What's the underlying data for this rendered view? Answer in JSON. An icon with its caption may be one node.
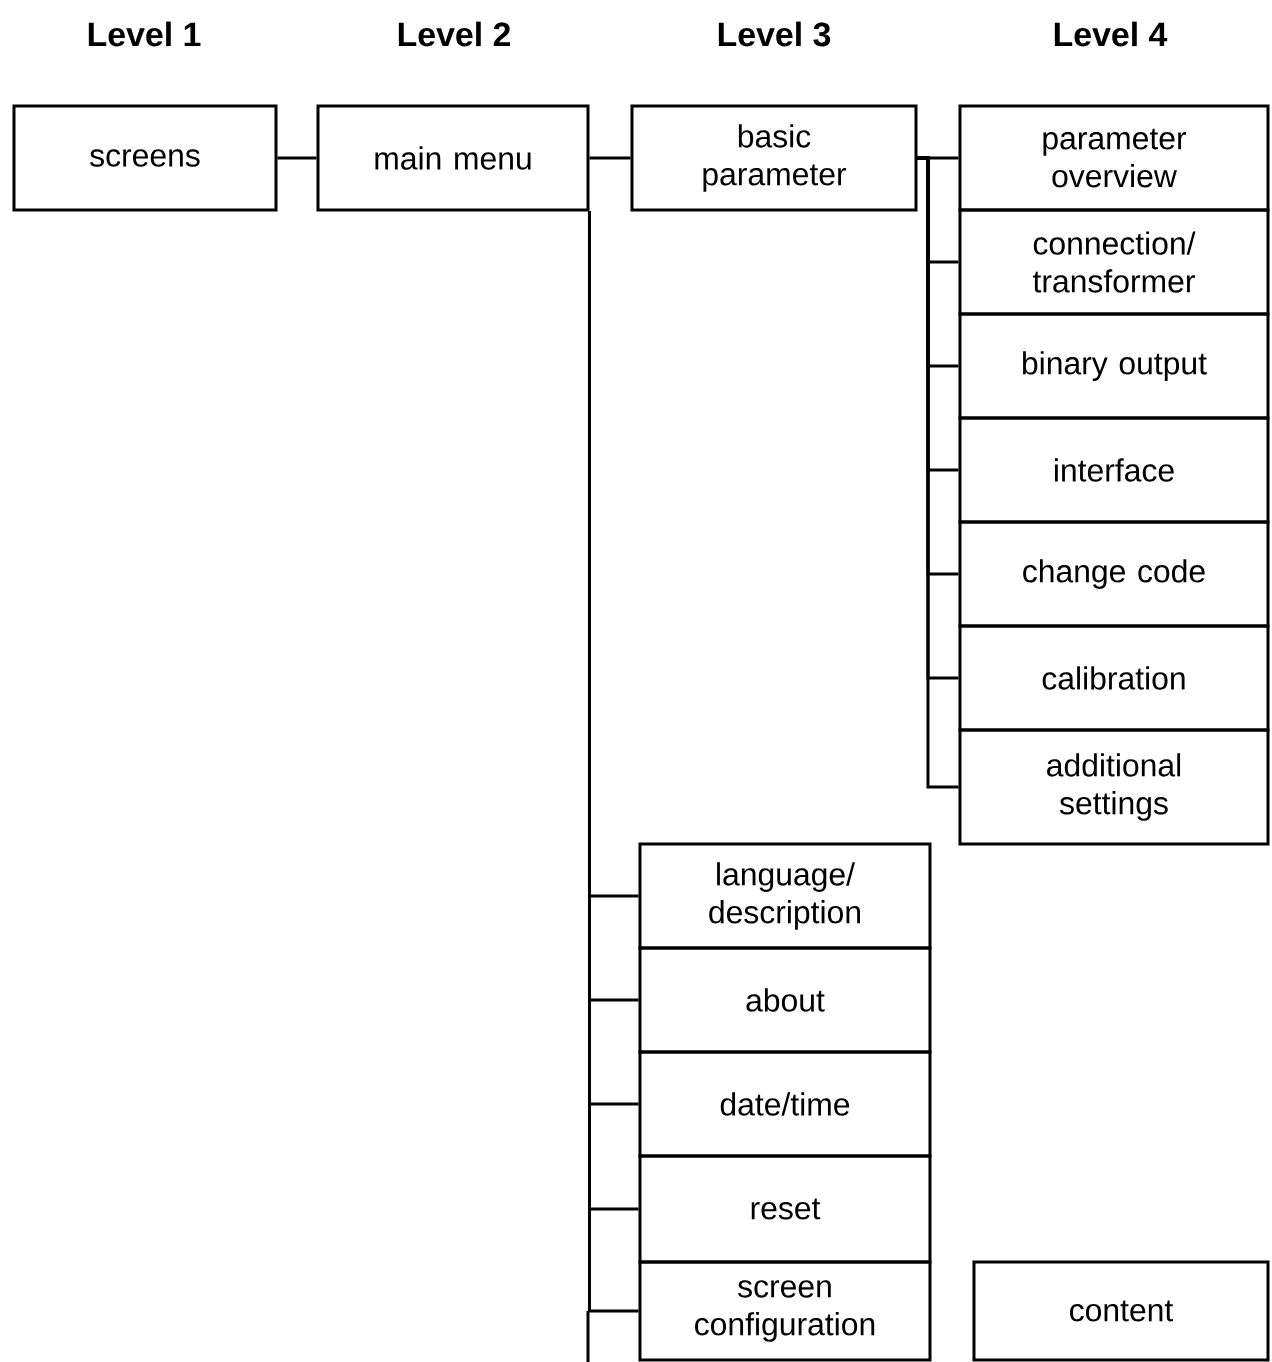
{
  "diagram": {
    "nodes": [
      {
        "text": [
          "screens"
        ]
      },
      {
        "text": [
          "main menu"
        ]
      },
      {
        "text": [
          "basic parameter"
        ]
      },
      {
        "text": [
          "parameter overview"
        ]
      },
      {
        "text": [
          "connection/transformer"
        ]
      },
      {
        "text": [
          "binary output"
        ]
      },
      {
        "text": [
          "interface"
        ]
      },
      {
        "text": [
          "change code"
        ]
      },
      {
        "text": [
          "calibration"
        ]
      },
      {
        "text": [
          "additional settings"
        ]
      },
      {
        "text": [
          "language/description"
        ]
      },
      {
        "text": [
          "about"
        ]
      },
      {
        "text": [
          "date/time"
        ]
      },
      {
        "text": [
          "reset"
        ]
      },
      {
        "text": [
          "screen configuration"
        ]
      },
      {
        "text": [
          "content"
        ]
      }
    ],
    "edges": [
      {
        "from": 0,
        "to": 1,
        "arrow": "none"
      },
      {
        "from": 1,
        "to": 2,
        "arrow": "none"
      },
      {
        "from": 2,
        "to": 3,
        "arrow": "none"
      },
      {
        "from": 2,
        "to": 4,
        "arrow": "none"
      },
      {
        "from": 2,
        "to": 5,
        "arrow": "none"
      },
      {
        "from": 2,
        "to": 6,
        "arrow": "none"
      },
      {
        "from": 2,
        "to": 7,
        "arrow": "none"
      },
      {
        "from": 2,
        "to": 8,
        "arrow": "none"
      },
      {
        "from": 2,
        "to": 9,
        "arrow": "none"
      },
      {
        "from": 1,
        "to": 10,
        "arrow": "none"
      },
      {
        "from": 1,
        "to": 11,
        "arrow": "none"
      },
      {
        "from": 1,
        "to": 12,
        "arrow": "none"
      },
      {
        "from": 1,
        "to": 13,
        "arrow": "none"
      },
      {
        "from": 1,
        "to": 14,
        "arrow": "none"
      }
    ],
    "labels": [
      "Level 1",
      "Level 2",
      "Level 3",
      "Level 4"
    ]
  }
}
